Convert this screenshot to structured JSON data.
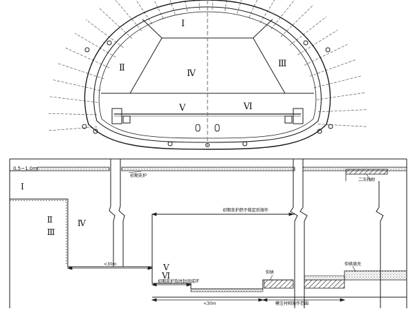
{
  "cross_section": {
    "zones": {
      "z1": "Ⅰ",
      "z2": "Ⅱ",
      "z3": "Ⅲ",
      "z4": "Ⅳ",
      "z5": "Ⅴ",
      "z6": "Ⅵ"
    }
  },
  "longitudinal_section": {
    "thickness_label": "0.5~1.0m",
    "zones": {
      "l1": "Ⅰ",
      "l2": "Ⅱ",
      "l3": "Ⅲ",
      "l4": "Ⅳ",
      "l5": "Ⅴ",
      "l6": "Ⅵ"
    },
    "annotations": {
      "initial_support": "初期支护",
      "second_lining": "二次衬砌",
      "support_note": "初期支护趋于稳定后施作",
      "dist_lt30_a": "<30m",
      "inverted_arch_fill": "仰拱",
      "inverted_fill": "仰拱填充",
      "close_support": "初期支护及时封闭成环",
      "dist_lt30_b": "<30m",
      "trolley_range": "模注衬砌施作范围"
    }
  },
  "colors": {
    "line": "#1a1a1a",
    "centerline": "#2a9a3a",
    "hatch": "#444444"
  }
}
